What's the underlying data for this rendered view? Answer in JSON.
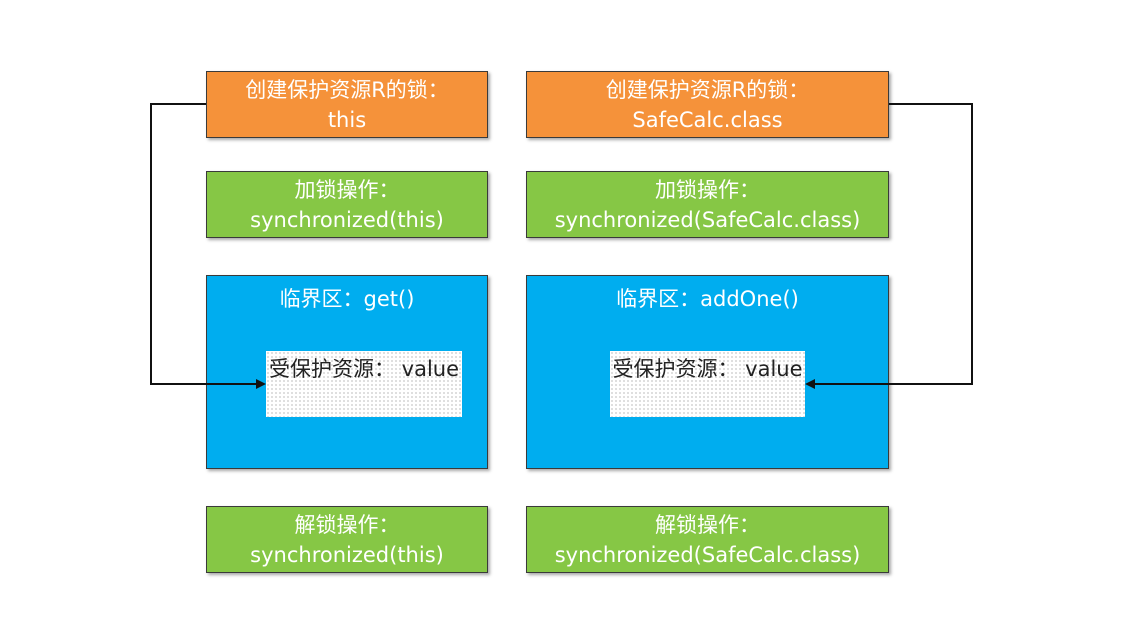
{
  "left": {
    "lock_box": {
      "line1": "创建保护资源R的锁：",
      "line2": "this"
    },
    "acquire_box": {
      "line1": "加锁操作：",
      "line2": "synchronized(this)"
    },
    "critical_section": {
      "title": "临界区：get()",
      "resource": {
        "line1": "受保护资源：",
        "line2": "value"
      }
    },
    "release_box": {
      "line1": "解锁操作：",
      "line2": "synchronized(this)"
    }
  },
  "right": {
    "lock_box": {
      "line1": "创建保护资源R的锁：",
      "line2": "SafeCalc.class"
    },
    "acquire_box": {
      "line1": "加锁操作：",
      "line2": "synchronized(SafeCalc.class)"
    },
    "critical_section": {
      "title": "临界区：addOne()",
      "resource": {
        "line1": "受保护资源：",
        "line2": "value"
      }
    },
    "release_box": {
      "line1": "解锁操作：",
      "line2": "synchronized(SafeCalc.class)"
    }
  },
  "colors": {
    "lock": "#f5923a",
    "lock_op": "#86c745",
    "critical": "#00adef",
    "resource": "#ffffff",
    "connector": "#111111"
  }
}
